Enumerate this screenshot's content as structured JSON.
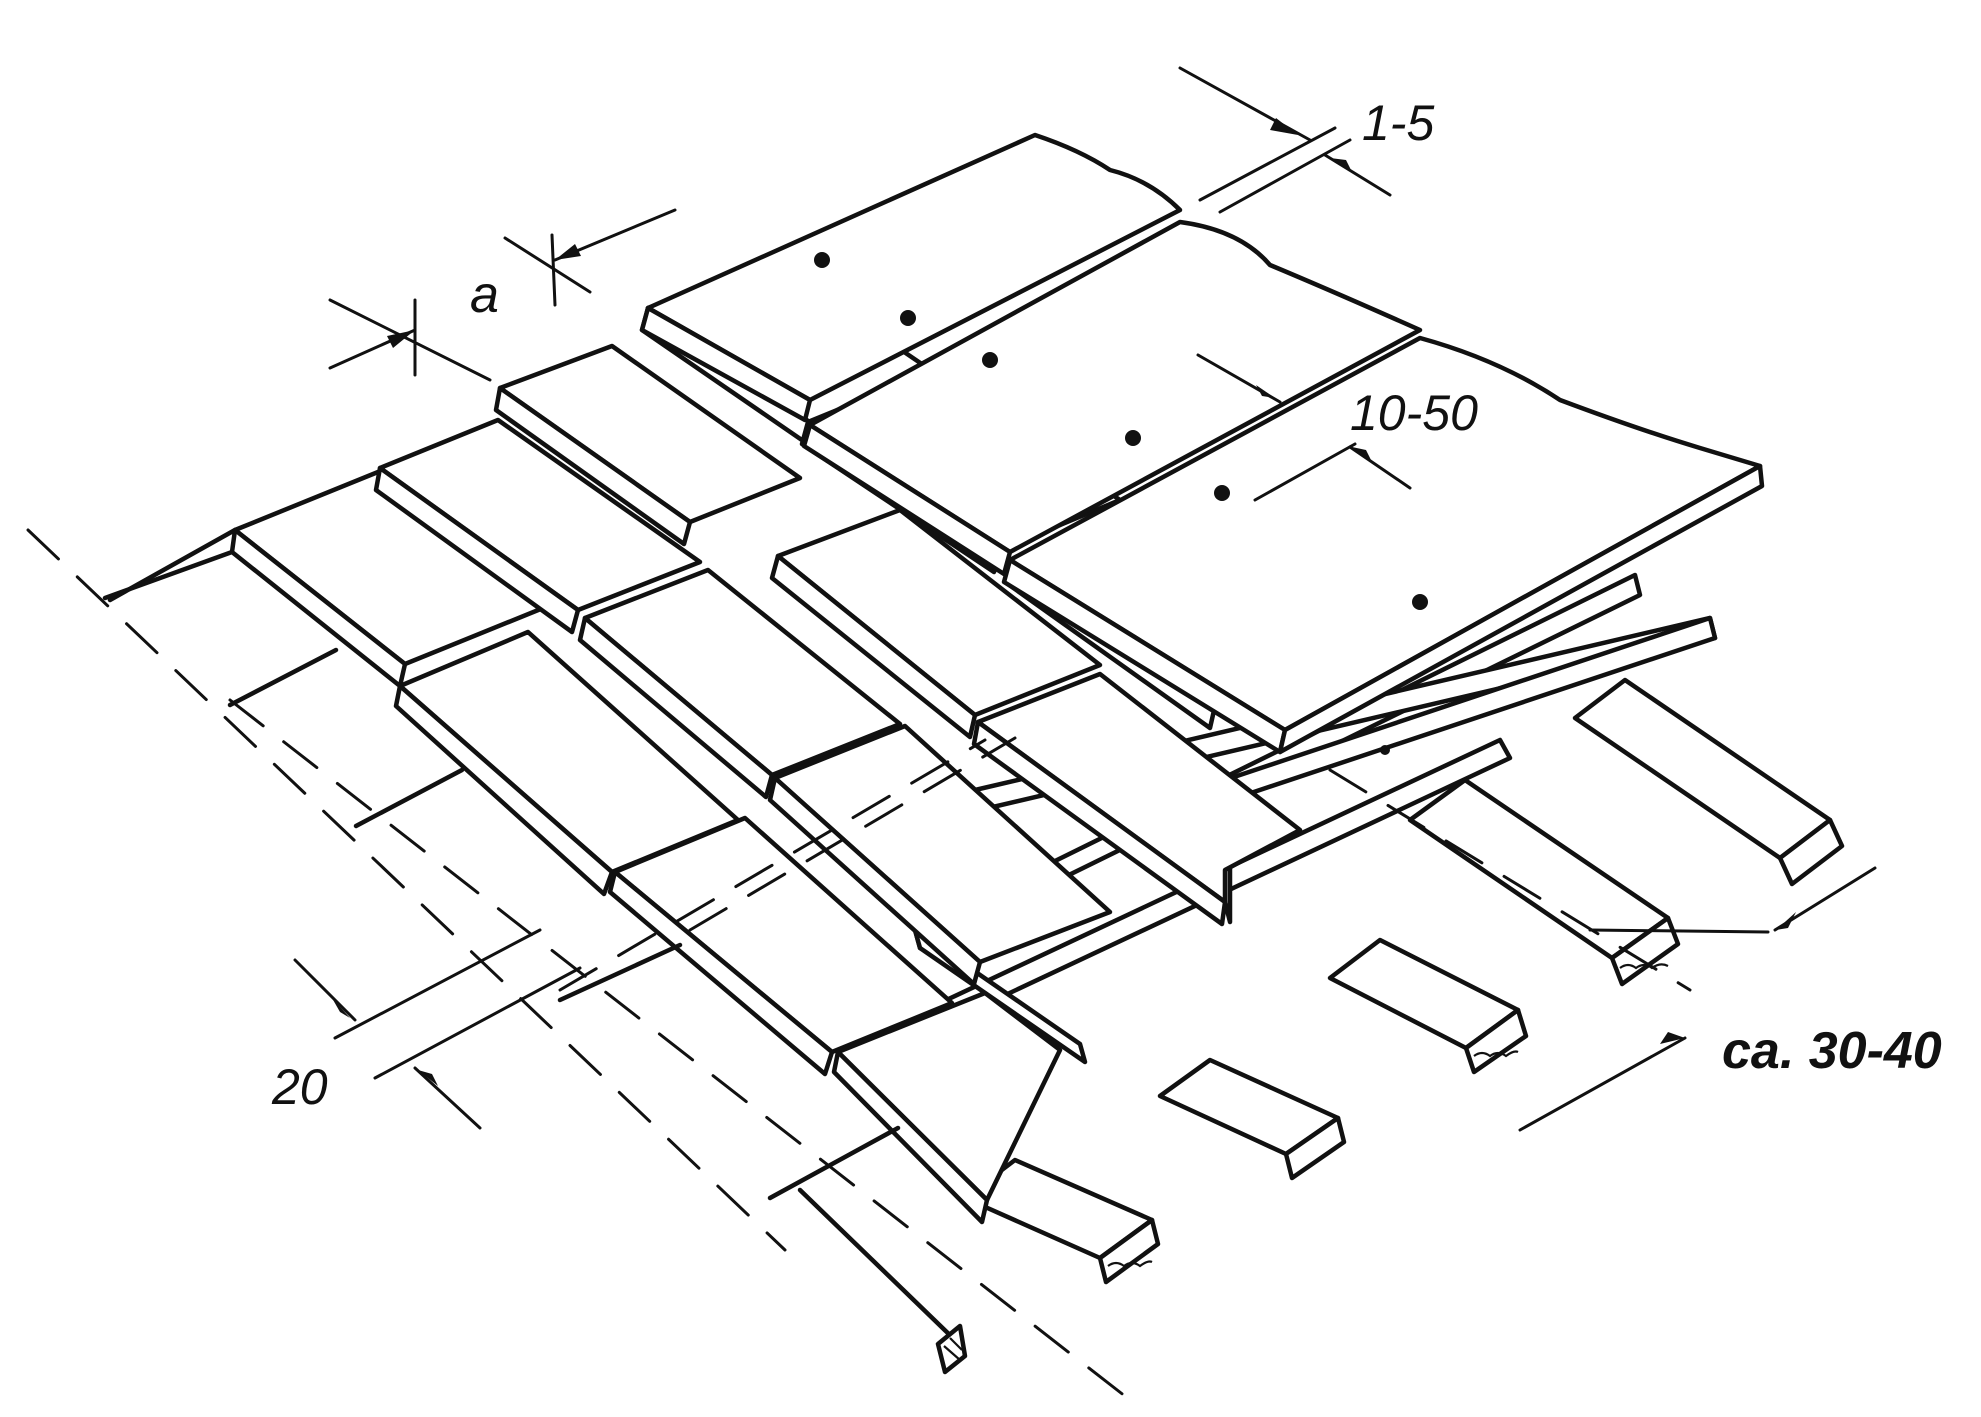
{
  "diagram": {
    "labels": {
      "overlap_a": "a",
      "gap_1_5": "1-5",
      "nail_10_50": "10-50",
      "thickness_20": "20",
      "spacing": "ca. 30-40"
    }
  }
}
